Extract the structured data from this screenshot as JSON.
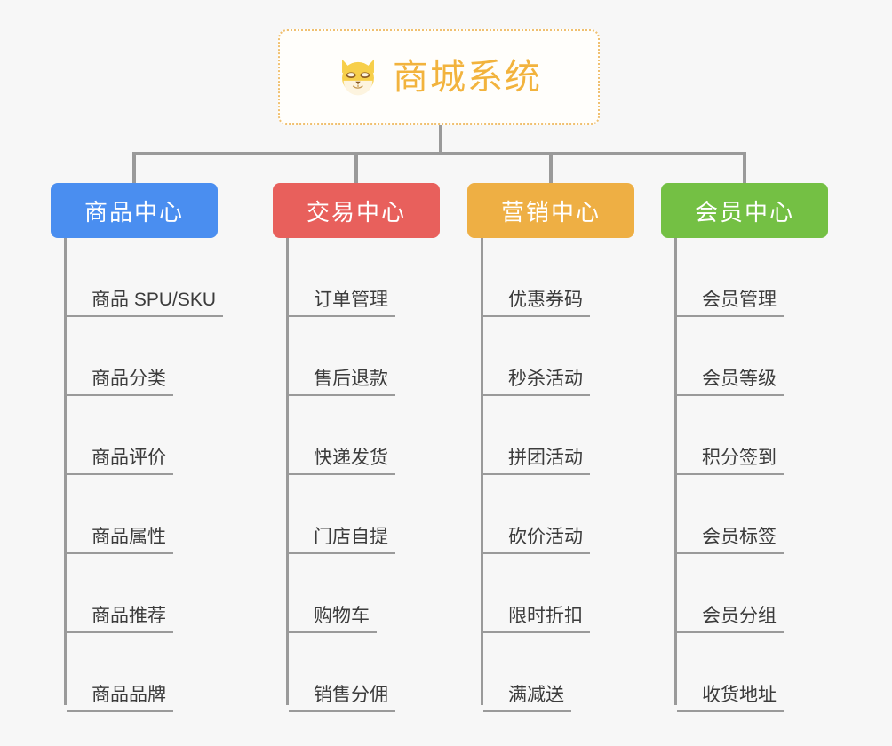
{
  "root": {
    "title": "商城系统",
    "icon": "shiba-dog-icon",
    "border_color": "#f0c070",
    "text_color": "#f2b33d"
  },
  "colors": {
    "connector": "#9a9a9a",
    "background": "#f7f7f7",
    "leaf_text": "#3c3c3c"
  },
  "columns": [
    {
      "title": "商品中心",
      "color": "#4a8ef0",
      "items": [
        "商品 SPU/SKU",
        "商品分类",
        "商品评价",
        "商品属性",
        "商品推荐",
        "商品品牌"
      ]
    },
    {
      "title": "交易中心",
      "color": "#e8605c",
      "items": [
        "订单管理",
        "售后退款",
        "快递发货",
        "门店自提",
        "购物车",
        "销售分佣"
      ]
    },
    {
      "title": "营销中心",
      "color": "#eeaf44",
      "items": [
        "优惠券码",
        "秒杀活动",
        "拼团活动",
        "砍价活动",
        "限时折扣",
        "满减送"
      ]
    },
    {
      "title": "会员中心",
      "color": "#74c044",
      "items": [
        "会员管理",
        "会员等级",
        "积分签到",
        "会员标签",
        "会员分组",
        "收货地址"
      ]
    }
  ]
}
